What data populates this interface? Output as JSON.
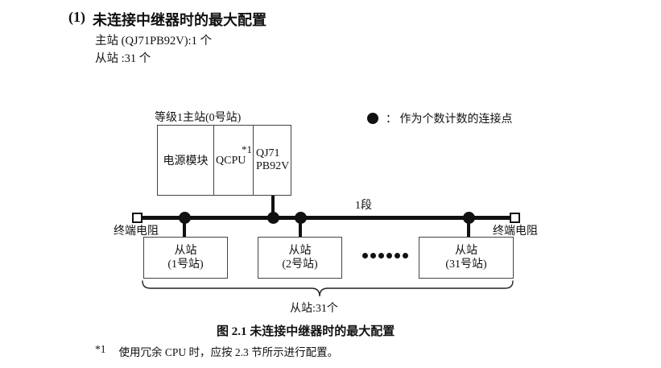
{
  "colors": {
    "ink": "#111111",
    "box_border": "#444444",
    "background": "#ffffff"
  },
  "header": {
    "number": "(1)",
    "title": "未连接中继器时的最大配置",
    "line_master": "主站 (QJ71PB92V):1 个",
    "line_slave": "从站 :31 个"
  },
  "legend": {
    "symbol": "filled-circle",
    "text": "： 作为个数计数的连接点"
  },
  "figure": {
    "master": {
      "label": "等级1主站(0号站)",
      "power_module": "电源模块",
      "cpu": "QCPU",
      "cpu_note": "*1",
      "module_line1": "QJ71",
      "module_line2": "PB92V"
    },
    "bus": {
      "segment_label": "1段",
      "left_terminator": "终端电阻",
      "right_terminator": "终端电阻"
    },
    "slaves": [
      {
        "line1": "从站",
        "line2": "(1号站)"
      },
      {
        "line1": "从站",
        "line2": "(2号站)"
      },
      {
        "line1": "从站",
        "line2": "(31号站)"
      }
    ],
    "brace_label": "从站:31个",
    "caption": "图 2.1 未连接中继器时的最大配置"
  },
  "footnote": {
    "marker": "*1",
    "text": "使用冗余 CPU 时，应按 2.3 节所示进行配置。"
  }
}
